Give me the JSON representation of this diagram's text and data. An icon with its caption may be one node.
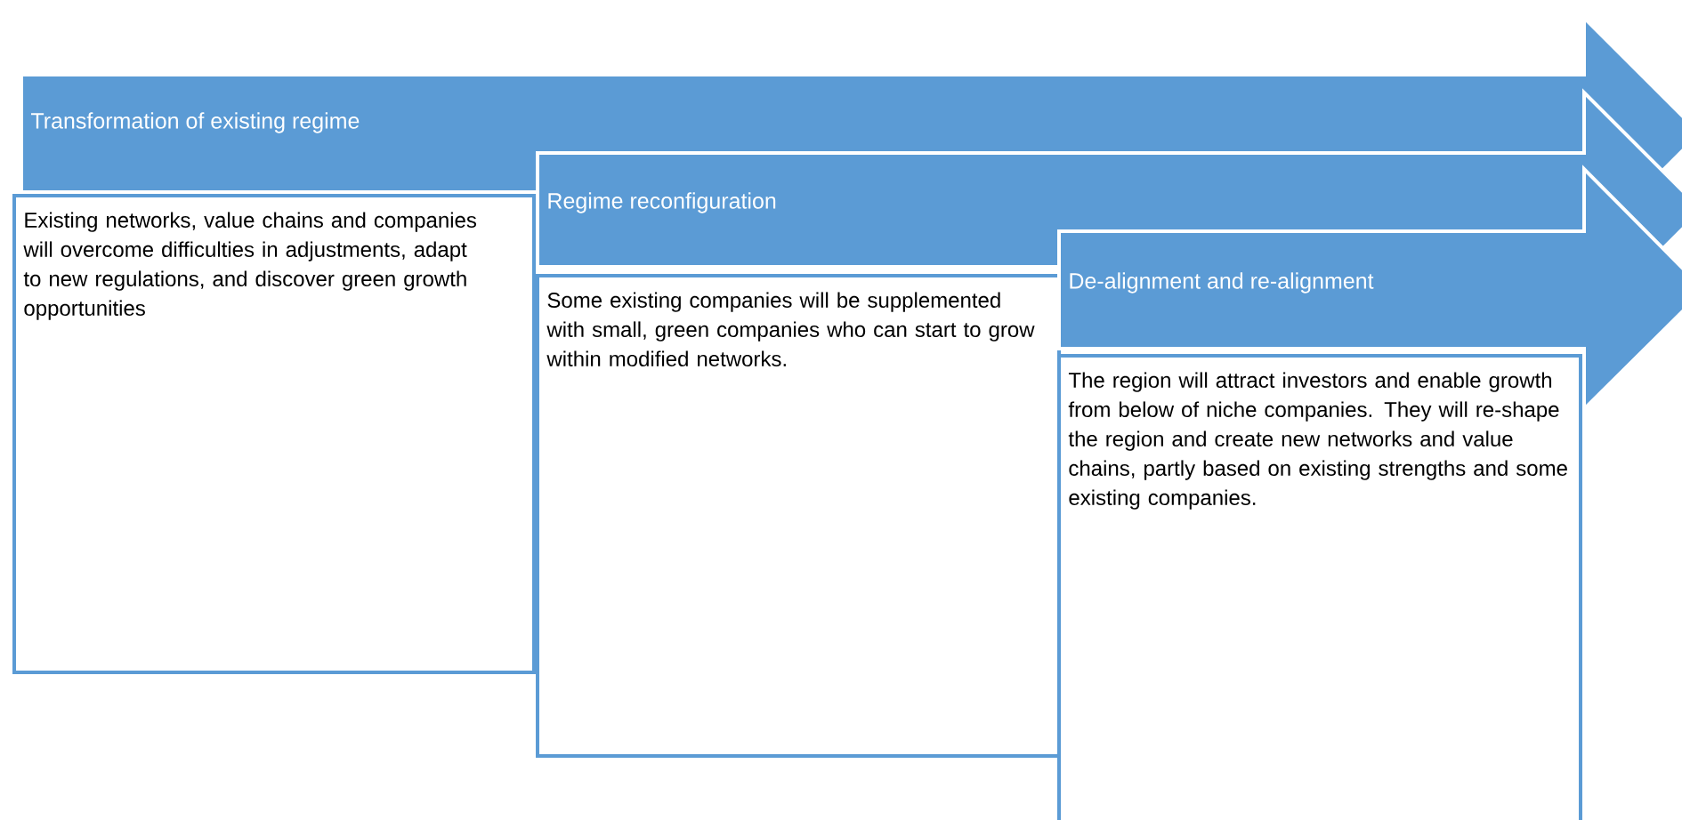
{
  "diagram": {
    "nodes": [
      {
        "text": [
          "Transformation of existing regime"
        ]
      },
      {
        "text": [
          "Existing networks, value chains and companies will overcome difficulties in adjustments, adapt to new regulations, and discover green growth opportunities"
        ]
      },
      {
        "text": [
          "Regime reconfiguration"
        ]
      },
      {
        "text": [
          "Some existing companies will be supplemented with small, green companies who can start to grow within modified networks."
        ]
      },
      {
        "text": [
          "De-alignment and re-alignment"
        ]
      },
      {
        "text": [
          "The region will attract investors and enable growth from below of niche companies.  They will re-shape the region and create new networks and value chains, partly based on existing strengths and some existing companies."
        ]
      }
    ]
  }
}
